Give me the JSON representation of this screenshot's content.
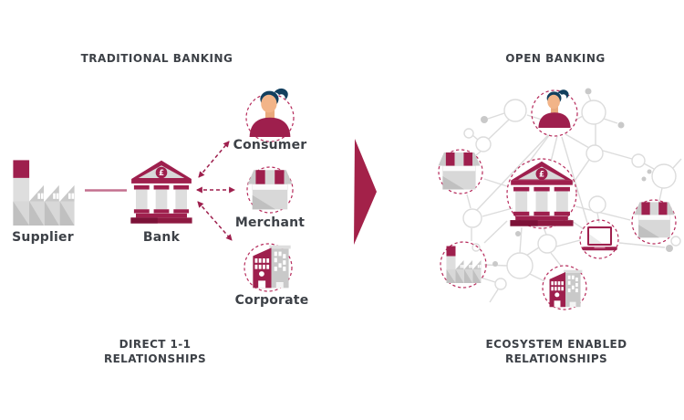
{
  "left_panel": {
    "title": "TRADITIONAL BANKING",
    "supplier_label": "Supplier",
    "bank_label": "Bank",
    "consumer_label": "Consumer",
    "merchant_label": "Merchant",
    "corporate_label": "Corporate",
    "caption": "DIRECT 1-1\nRELATIONSHIPS"
  },
  "right_panel": {
    "title": "OPEN BANKING",
    "caption": "ECOSYSTEM ENABLED\nRELATIONSHIPS"
  },
  "shared": {
    "currency_symbol": "£"
  },
  "icons": {
    "supplier": "factory-icon",
    "bank": "bank-building-icon",
    "consumer": "person-icon",
    "merchant": "shop-icon",
    "corporate": "office-buildings-icon",
    "laptop": "laptop-icon",
    "transition": "right-arrow-icon",
    "highlight": "dashed-circle"
  },
  "colors": {
    "maroon": "#9e1f4d",
    "maroon_dark": "#8e1a42",
    "maroon_deep": "#7c1238",
    "pink_line": "#c4708f",
    "dashed_ring": "#b62a5b",
    "network_gray": "#dcdcdc",
    "network_dot": "#c9c9c9",
    "text_dark": "#3d4147",
    "hair_navy": "#123f5e",
    "skin": "#f2b488",
    "skin_shadow": "#e9a97c",
    "laptop_slot": "#cf7d9b",
    "center_arrow": "#a32149",
    "gray_light": "#d8d8d8",
    "gray_mid": "#c9c9c9",
    "gray_shade": "#c0c0c0",
    "gray_pale": "#dedede"
  }
}
